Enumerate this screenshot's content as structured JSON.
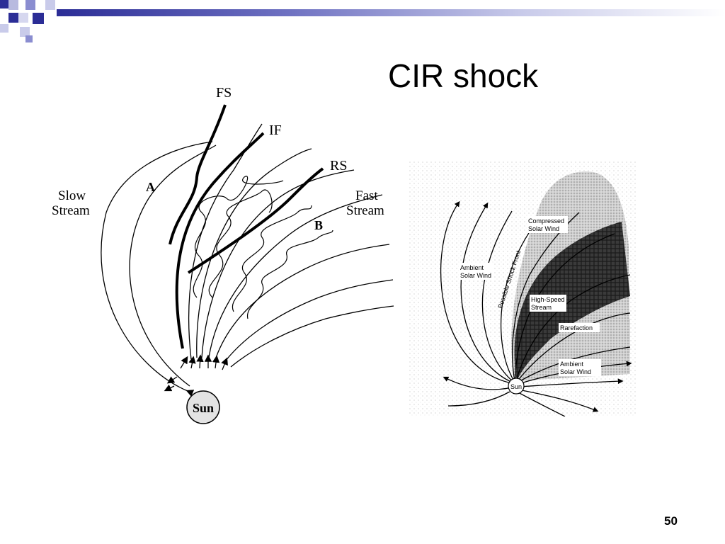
{
  "slide": {
    "title": "CIR shock",
    "page_number": "50"
  },
  "left_diagram": {
    "labels": {
      "fs": "FS",
      "if": "IF",
      "rs": "RS",
      "slow_stream_1": "Slow",
      "slow_stream_2": "Stream",
      "fast_stream_1": "Fast",
      "fast_stream_2": "Stream",
      "region_a": "A",
      "region_b": "B",
      "sun": "Sun"
    }
  },
  "right_diagram": {
    "labels": {
      "compressed_1": "Compressed",
      "compressed_2": "Solar Wind",
      "ambient_left_1": "Ambient",
      "ambient_left_2": "Solar Wind",
      "shock_front": "Possible Shock Front",
      "high_speed_1": "High-Speed",
      "high_speed_2": "Stream",
      "rarefaction": "Rarefaction",
      "ambient_right_1": "Ambient",
      "ambient_right_2": "Solar Wind",
      "sun": "Sun"
    }
  },
  "colors": {
    "brand_dark": "#2b2d96",
    "brand_mid": "#6f72c2",
    "brand_light": "#c9cbea"
  }
}
